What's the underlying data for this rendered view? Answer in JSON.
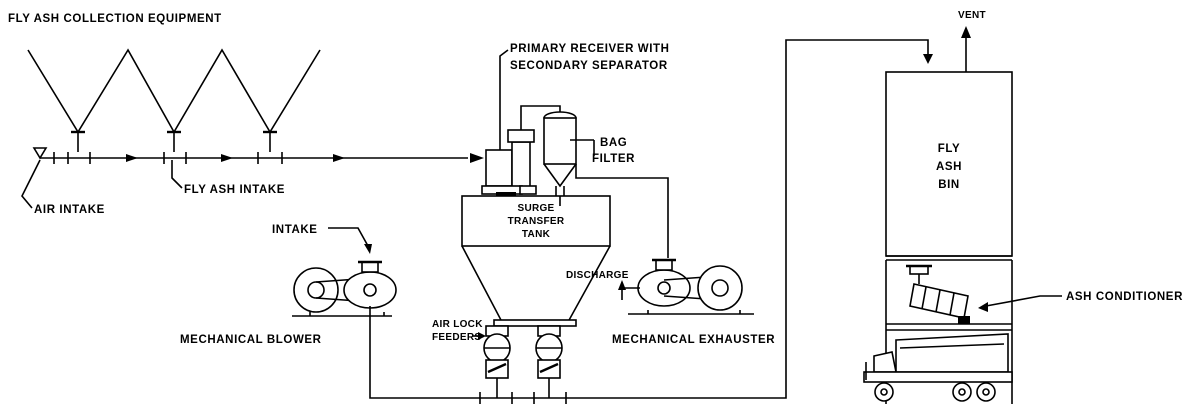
{
  "title": "FLY ASH COLLECTION EQUIPMENT",
  "labels": {
    "air_intake": "AIR INTAKE",
    "fly_ash_intake": "FLY ASH INTAKE",
    "primary_receiver_line1": "PRIMARY RECEIVER WITH",
    "primary_receiver_line2": "SECONDARY SEPARATOR",
    "bag_filter_line1": "BAG",
    "bag_filter_line2": "FILTER",
    "surge_line1": "SURGE",
    "surge_line2": "TRANSFER",
    "surge_line3": "TANK",
    "intake": "INTAKE",
    "discharge": "DISCHARGE",
    "mechanical_blower": "MECHANICAL BLOWER",
    "air_lock_line1": "AIR LOCK",
    "air_lock_line2": "FEEDERS",
    "mechanical_exhauster": "MECHANICAL EXHAUSTER",
    "vent": "VENT",
    "bin_line1": "FLY",
    "bin_line2": "ASH",
    "bin_line3": "BIN",
    "ash_conditioner": "ASH CONDITIONER"
  }
}
